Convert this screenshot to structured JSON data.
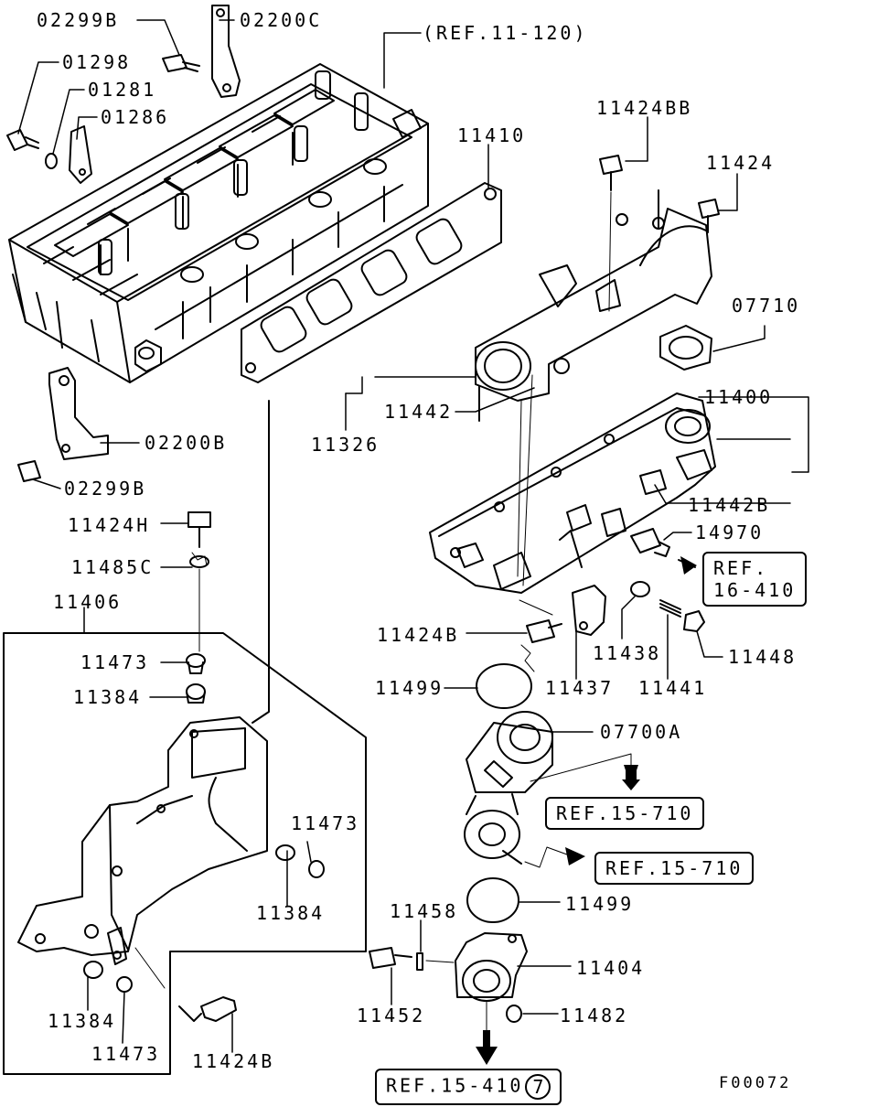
{
  "diagram_code": "F00072",
  "callouts": {
    "c02299B": "02299B",
    "c02200C": "02200C",
    "ref11120": "(REF.11-120)",
    "c01298": "01298",
    "c01281": "01281",
    "c01286": "01286",
    "c11424BB": "11424BB",
    "c11410": "11410",
    "c11424": "11424",
    "c07710": "07710",
    "c11442": "11442",
    "c11326": "11326",
    "c11400": "11400",
    "c02200B": "02200B",
    "c02299B_b": "02299B",
    "c11442B": "11442B",
    "c11424H": "11424H",
    "c14970": "14970",
    "c11485C": "11485C",
    "c11406": "11406",
    "c11424B_a": "11424B",
    "c11438": "11438",
    "c11448": "11448",
    "c11473_a": "11473",
    "c11499_a": "11499",
    "c11437": "11437",
    "c11441": "11441",
    "c11384_a": "11384",
    "c07700A": "07700A",
    "c11473_b": "11473",
    "c11384_b": "11384",
    "c11499_b": "11499",
    "c11458": "11458",
    "c11404": "11404",
    "c11384_c": "11384",
    "c11452": "11452",
    "c11482": "11482",
    "c11473_c": "11473",
    "c11424B_b": "11424B"
  },
  "ref_boxes": {
    "r16410_line1": "REF.",
    "r16410_line2": "16-410",
    "r15710_a": "REF.15-710",
    "r15710_b": "REF.15-710",
    "r15410": "REF.15-410",
    "r15410_circle": "7"
  },
  "icons": [
    "arrow-down-icon",
    "arrow-right-icon"
  ]
}
